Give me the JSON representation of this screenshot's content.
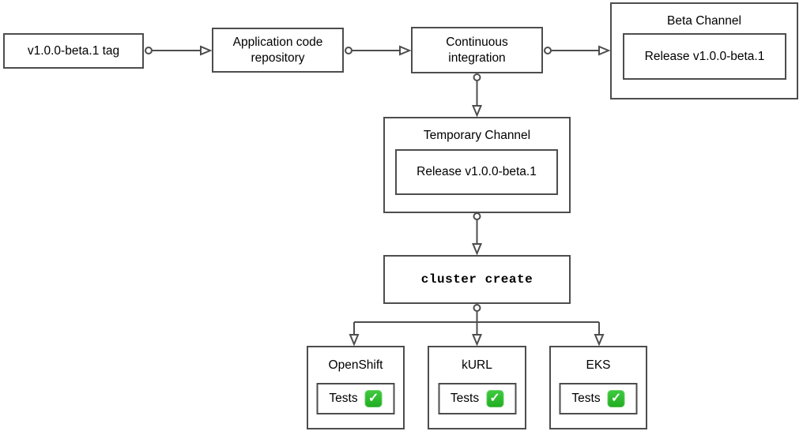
{
  "diagram": {
    "type": "flowchart",
    "colors": {
      "background": "#ffffff",
      "stroke": "#4d4d4d",
      "text": "#000000",
      "check_green": "#23b223"
    },
    "nodes": {
      "tag": {
        "label": "v1.0.0-beta.1 tag"
      },
      "repo": {
        "label": "Application code repository"
      },
      "ci": {
        "label": "Continuous integration"
      },
      "beta": {
        "title": "Beta Channel",
        "release": "Release v1.0.0-beta.1"
      },
      "temp": {
        "title": "Temporary Channel",
        "release": "Release v1.0.0-beta.1"
      },
      "cluster": {
        "label": "cluster create"
      }
    },
    "platforms": [
      {
        "title": "OpenShift",
        "tests_label": "Tests",
        "status_icon": "check-mark-button-icon"
      },
      {
        "title": "kURL",
        "tests_label": "Tests",
        "status_icon": "check-mark-button-icon"
      },
      {
        "title": "EKS",
        "tests_label": "Tests",
        "status_icon": "check-mark-button-icon"
      }
    ],
    "icons": {
      "check_glyph": "✓"
    },
    "edges": [
      "v1.0.0-beta.1 tag -> Application code repository",
      "Application code repository -> Continuous integration",
      "Continuous integration -> Beta Channel",
      "Continuous integration -> Temporary Channel",
      "Temporary Channel -> cluster create",
      "cluster create -> OpenShift",
      "cluster create -> kURL",
      "cluster create -> EKS"
    ]
  }
}
